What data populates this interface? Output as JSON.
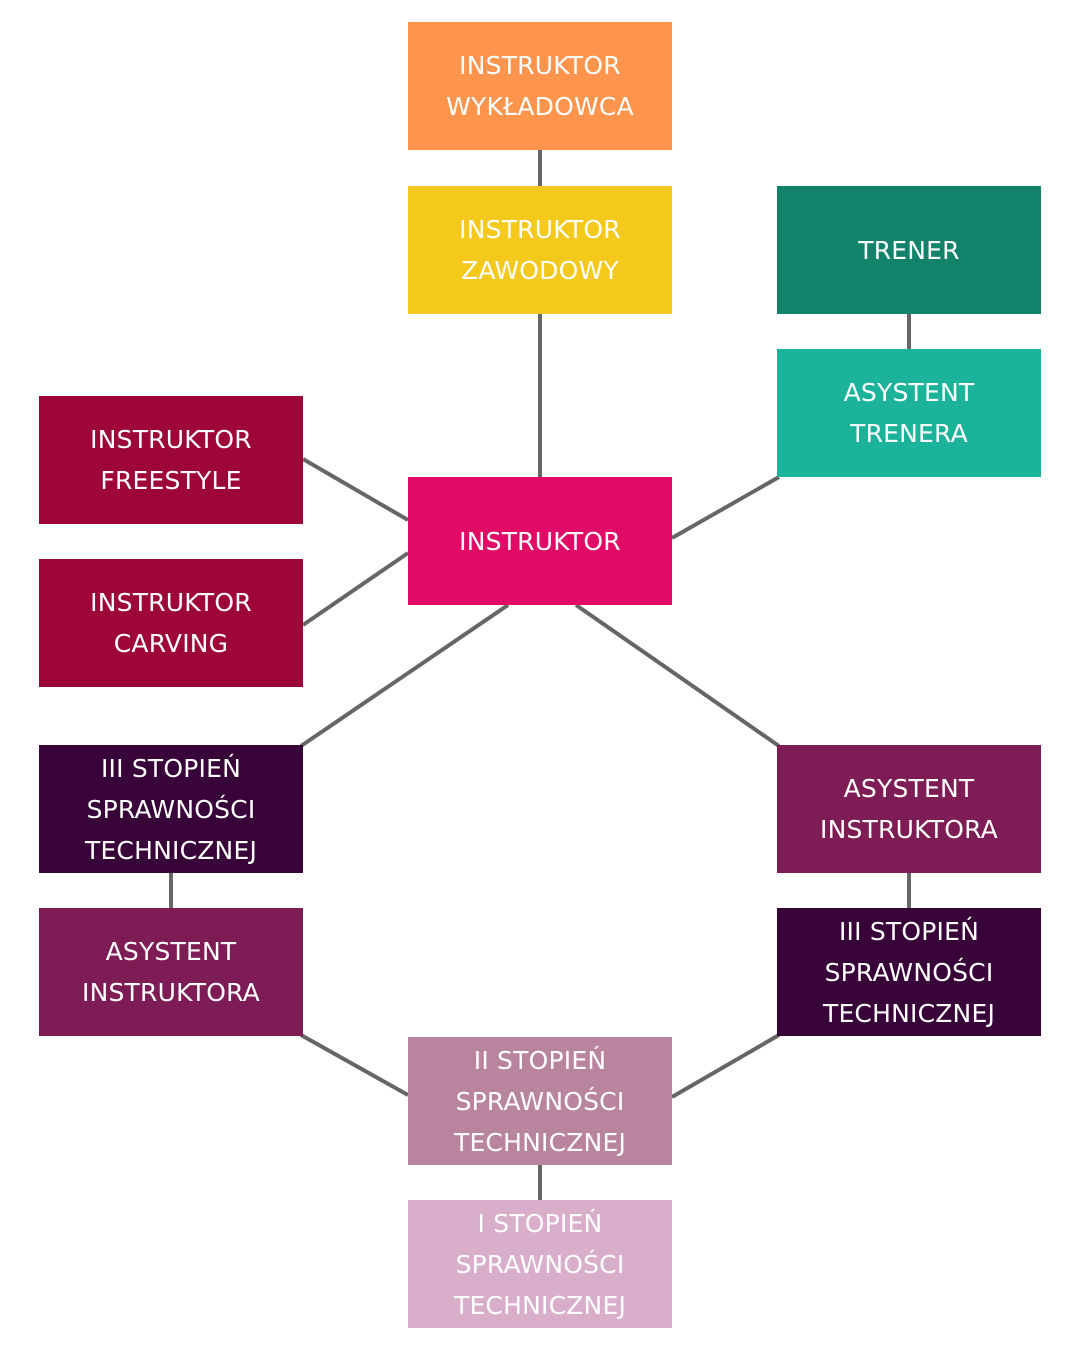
{
  "colors": {
    "line": "#666666",
    "orange": "#FF944D",
    "yellow": "#F4C91C",
    "dark_teal": "#13826B",
    "teal": "#1BB49A",
    "crimson": "#9E0539",
    "magenta": "#E20A67",
    "dark_purple": "#380339",
    "plum": "#7E1D55",
    "mauve": "#B8849E",
    "light_mauve": "#D8AECB"
  },
  "nodes": {
    "wykladowca": {
      "label": "INSTRUKTOR\nWYKŁADOWCA",
      "color": "#FF944D"
    },
    "zawodowy": {
      "label": "INSTRUKTOR\nZAWODOWY",
      "color": "#F4C91C"
    },
    "trener": {
      "label": "TRENER",
      "color": "#13826B"
    },
    "asystent_trenera": {
      "label": "ASYSTENT\nTRENERA",
      "color": "#1BB49A"
    },
    "freestyle": {
      "label": "INSTRUKTOR\nFREESTYLE",
      "color": "#9E0539"
    },
    "instruktor": {
      "label": "INSTRUKTOR",
      "color": "#E20A67"
    },
    "carving": {
      "label": "INSTRUKTOR\nCARVING",
      "color": "#9E0539"
    },
    "iii_left": {
      "label": "III STOPIEŃ\nSPRAWNOŚCI\nTECHNICZNEJ",
      "color": "#380339"
    },
    "asystent_instruktora_right": {
      "label": "ASYSTENT\nINSTRUKTORA",
      "color": "#7E1D55"
    },
    "asystent_instruktora_left": {
      "label": "ASYSTENT\nINSTRUKTORA",
      "color": "#7E1D55"
    },
    "iii_right": {
      "label": "III STOPIEŃ\nSPRAWNOŚCI\nTECHNICZNEJ",
      "color": "#380339"
    },
    "ii": {
      "label": "II STOPIEŃ\nSPRAWNOŚCI\nTECHNICZNEJ",
      "color": "#B8849E"
    },
    "i": {
      "label": "I STOPIEŃ\nSPRAWNOŚCI\nTECHNICZNEJ",
      "color": "#D8AECB"
    }
  }
}
